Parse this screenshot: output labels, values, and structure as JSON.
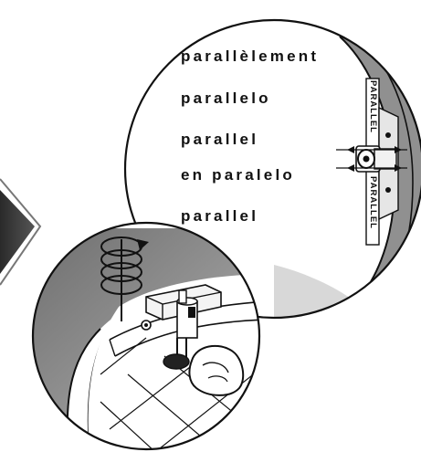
{
  "translations": [
    {
      "text": "parallèlement"
    },
    {
      "text": "parallelo"
    },
    {
      "text": "parallel"
    },
    {
      "text": "en paralelo"
    },
    {
      "text": "parallel"
    }
  ],
  "gauge_label": "PARALLEL",
  "icons": [
    "direction-arrow-icon",
    "rotation-spiral-icon",
    "bracket-screw-icon",
    "fingertip-icon"
  ],
  "colors": {
    "line": "#111111",
    "arrow": "#404040",
    "gray": "#8a8a8a",
    "bg": "#ffffff"
  }
}
